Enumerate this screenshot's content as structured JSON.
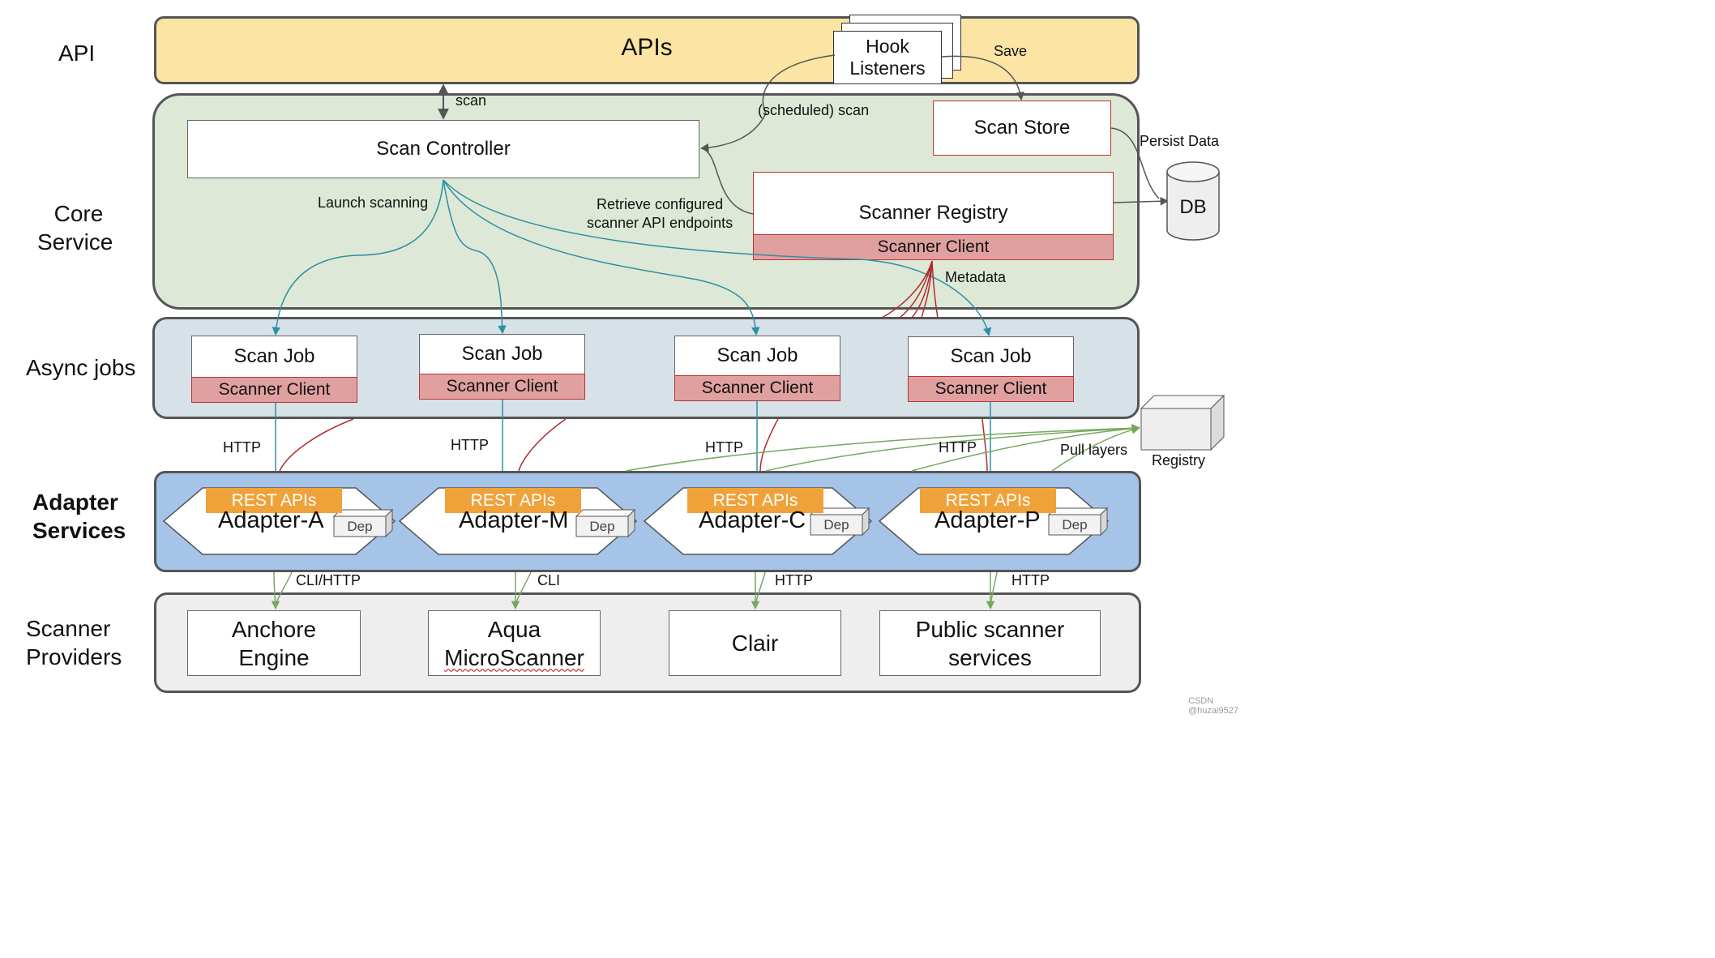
{
  "layers": {
    "api": "API",
    "core_service": [
      "Core",
      "Service"
    ],
    "async_jobs": "Async jobs",
    "adapter_services": [
      "Adapter",
      "Services"
    ],
    "scanner_providers": [
      "Scanner",
      "Providers"
    ]
  },
  "api_bar": {
    "title": "APIs"
  },
  "hook_listeners": [
    "Hook",
    "Listeners"
  ],
  "core": {
    "scan_controller": "Scan Controller",
    "scan_store": "Scan Store",
    "scanner_registry": "Scanner Registry",
    "scanner_client": "Scanner Client",
    "db": "DB"
  },
  "edge_labels": {
    "scan": "scan",
    "save": "Save",
    "scheduled_scan": "(scheduled) scan",
    "persist_data": "Persist Data",
    "launch_scanning": "Launch scanning",
    "retrieve": [
      "Retrieve configured",
      "scanner API endpoints"
    ],
    "metadata": "Metadata",
    "pull_layers": "Pull layers",
    "registry": "Registry"
  },
  "jobs": [
    {
      "title": "Scan Job",
      "client": "Scanner Client",
      "link": "HTTP"
    },
    {
      "title": "Scan Job",
      "client": "Scanner Client",
      "link": "HTTP"
    },
    {
      "title": "Scan Job",
      "client": "Scanner Client",
      "link": "HTTP"
    },
    {
      "title": "Scan Job",
      "client": "Scanner Client",
      "link": "HTTP"
    }
  ],
  "adapters": [
    {
      "rest": "REST APIs",
      "name": "Adapter-A",
      "dep": "Dep",
      "link": "CLI/HTTP"
    },
    {
      "rest": "REST APIs",
      "name": "Adapter-M",
      "dep": "Dep",
      "link": "CLI"
    },
    {
      "rest": "REST APIs",
      "name": "Adapter-C",
      "dep": "Dep",
      "link": "HTTP"
    },
    {
      "rest": "REST APIs",
      "name": "Adapter-P",
      "dep": "Dep",
      "link": "HTTP"
    }
  ],
  "providers": [
    {
      "line1": "Anchore",
      "line2": "Engine"
    },
    {
      "line1": "Aqua",
      "line2": "MicroScanner"
    },
    {
      "line1": "Clair",
      "line2": ""
    },
    {
      "line1": "Public scanner",
      "line2": "services"
    }
  ],
  "watermark": "CSDN @huzai9527",
  "colors": {
    "api_fill": "#fbe4a4",
    "core_fill": "#dde9d6",
    "async_fill": "#d6e1e8",
    "adapter_fill": "#a6c4e8",
    "provider_fill": "#eeeeee",
    "client_fill": "#e0a0a0",
    "rest_fill": "#f0a23a",
    "teal_line": "#2e8fa3",
    "red_line": "#b22b2b",
    "green_line": "#78a860"
  }
}
